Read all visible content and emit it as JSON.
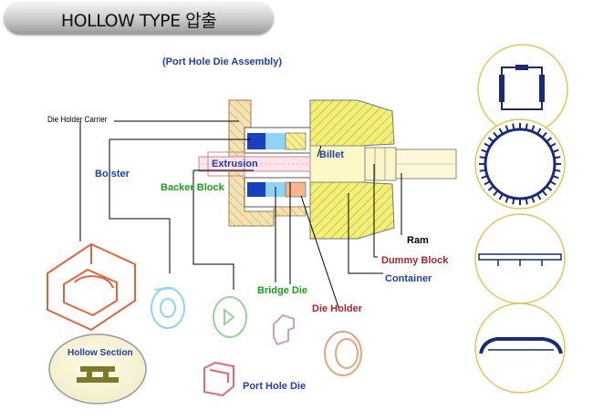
{
  "header": {
    "title": "HOLLOW TYPE 압출"
  },
  "diagram": {
    "subtitle": "(Port Hole Die Assembly)",
    "labels": {
      "die_holder_carrier": "Die Holder Carrier",
      "bolster": "Bolster",
      "backer_block": "Backer Block",
      "extrusion": "Extrusion",
      "billet": "Billet",
      "ram": "Ram",
      "dummy_block": "Dummy Block",
      "container": "Container",
      "bridge_die": "Bridge Die",
      "die_holder": "Die Holder",
      "port_hole_die": "Port Hole Die",
      "hollow_section": "Hollow Section"
    }
  },
  "colors": {
    "blue_label": "#1f3fa8",
    "green_label": "#19a019",
    "red_label": "#a8262c",
    "part_outline": "#e0663a",
    "container_fill": "#f3f07a",
    "billet_fill": "#fdf9c6",
    "section_border": "#e8c35a"
  }
}
